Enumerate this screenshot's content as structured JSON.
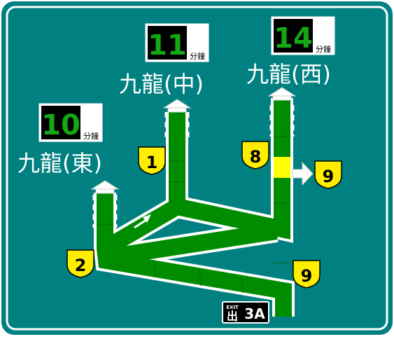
{
  "colors": {
    "board": "#008080",
    "border": "#ffffff",
    "road": "#008c00",
    "road_edge": "#ffffff",
    "congestion": "#ffff00",
    "timer_bg": "#000000",
    "timer_digits": "#15a815",
    "route_shield": "#ffee00"
  },
  "destinations": [
    {
      "id": "east",
      "label": "九龍(東)",
      "minutes": "10",
      "unit": "分鐘"
    },
    {
      "id": "central",
      "label": "九龍(中)",
      "minutes": "11",
      "unit": "分鐘"
    },
    {
      "id": "west",
      "label": "九龍(西)",
      "minutes": "14",
      "unit": "分鐘"
    }
  ],
  "route_shields": [
    {
      "id": "route-2",
      "number": "2"
    },
    {
      "id": "route-1",
      "number": "1"
    },
    {
      "id": "route-8",
      "number": "8"
    },
    {
      "id": "route-9-branch",
      "number": "9"
    },
    {
      "id": "route-9-main",
      "number": "9"
    }
  ],
  "exit": {
    "word": "EXIT",
    "glyph": "出",
    "number": "3A"
  },
  "icons": [
    "arrow-up-icon",
    "arrow-right-icon",
    "direction-arrow-icon"
  ]
}
